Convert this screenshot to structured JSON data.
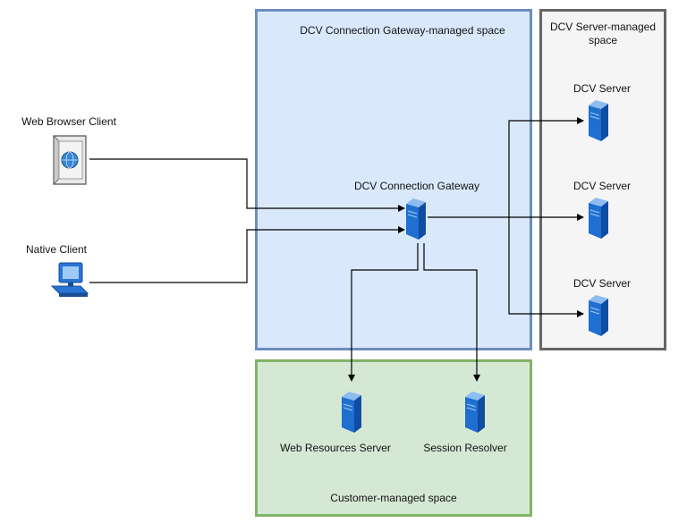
{
  "regions": {
    "gateway_space": {
      "label": "DCV Connection Gateway-managed space",
      "fill": "#dae8fc",
      "border": "#6c8ebf"
    },
    "server_space": {
      "label_line1": "DCV Server-managed",
      "label_line2": "space",
      "fill": "#f5f5f5",
      "border": "#666666"
    },
    "customer_space": {
      "label": "Customer-managed space",
      "fill": "#d5e8d4",
      "border": "#82b366"
    }
  },
  "nodes": {
    "web_client": {
      "label": "Web Browser Client",
      "icon": "web-browser-icon"
    },
    "native_client": {
      "label": "Native Client",
      "icon": "desktop-computer-icon"
    },
    "gateway": {
      "label": "DCV Connection Gateway",
      "icon": "server-icon"
    },
    "servers": [
      {
        "label": "DCV Server",
        "icon": "server-icon"
      },
      {
        "label": "DCV Server",
        "icon": "server-icon"
      },
      {
        "label": "DCV Server",
        "icon": "server-icon"
      }
    ],
    "web_resources": {
      "label": "Web Resources Server",
      "icon": "server-icon"
    },
    "session_resolver": {
      "label": "Session Resolver",
      "icon": "server-icon"
    }
  },
  "colors": {
    "server_blue": "#1e6fd0",
    "server_light": "#7fb2ee",
    "line": "#000000"
  }
}
